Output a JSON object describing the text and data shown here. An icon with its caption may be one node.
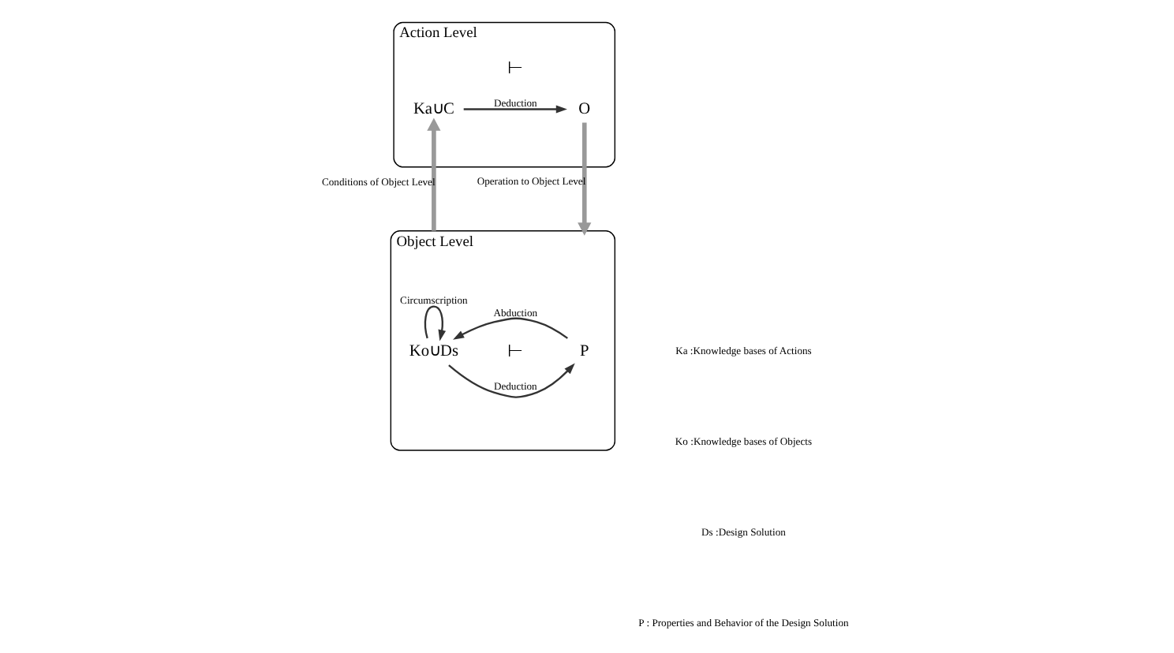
{
  "diagram": {
    "nodes": [
      {
        "text": [
          "Action Level"
        ]
      },
      {
        "text": [
          "Ka∪C"
        ],
        "in": 0
      },
      {
        "text": [
          "O"
        ],
        "in": 0
      },
      {
        "text": [
          "Object Level"
        ]
      },
      {
        "text": [
          "Ko∪Ds"
        ],
        "in": 3
      },
      {
        "text": [
          "P"
        ],
        "in": 3
      }
    ],
    "edges": [
      {
        "from": 1,
        "to": 2,
        "arrow": "to",
        "label": "Deduction"
      },
      {
        "from": 3,
        "to": 1,
        "arrow": "to",
        "label": "Conditions of Object Level",
        "style": "thick",
        "color": "#999999"
      },
      {
        "from": 2,
        "to": 3,
        "arrow": "to",
        "label": "Operation to Object Level",
        "style": "thick",
        "color": "#999999"
      },
      {
        "from": 4,
        "to": 4,
        "arrow": "to",
        "label": "Circumscription"
      },
      {
        "from": 4,
        "to": 5,
        "arrow": "to",
        "label": "Deduction"
      },
      {
        "from": 5,
        "to": 4,
        "arrow": "to",
        "label": "Abduction"
      }
    ],
    "labels": [
      "⊢",
      "⊢",
      "Ka :Knowledge bases of Actions",
      "Ko :Knowledge bases of Objects",
      "Ds :Design Solution",
      "P : Properties and Behavior of the Design Solution"
    ]
  }
}
